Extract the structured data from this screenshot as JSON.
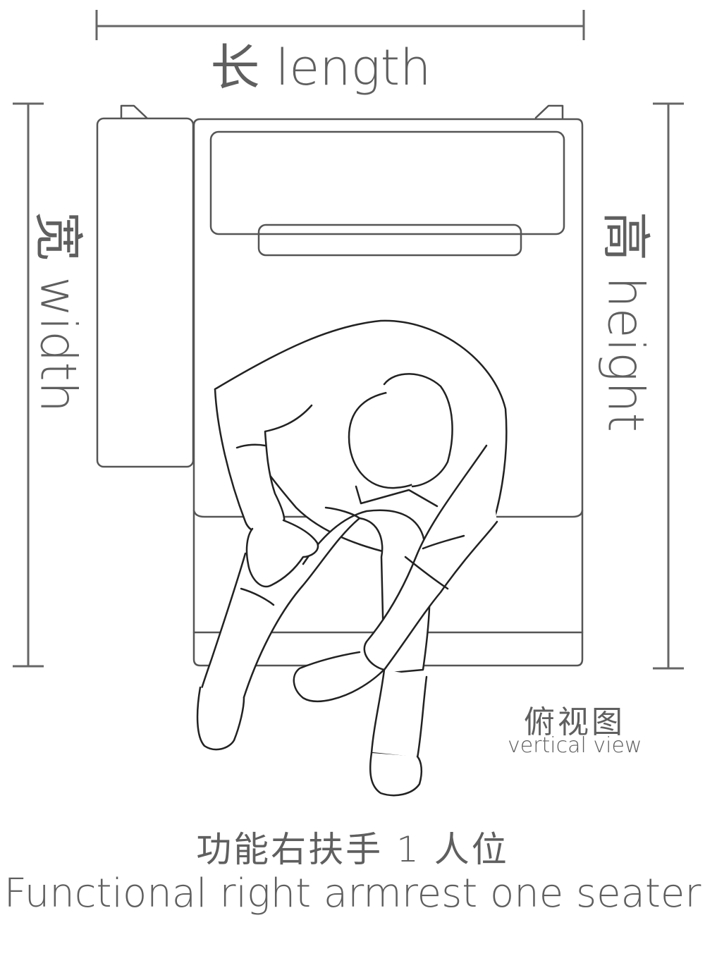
{
  "dimensions": {
    "length_label": "长 length",
    "width_label": "宽 width",
    "height_label": "高 height"
  },
  "view": {
    "label_cn": "俯视图",
    "label_en": "vertical view"
  },
  "caption": {
    "title_cn": "功能右扶手 1 人位",
    "title_en": "Functional right armrest one seater"
  },
  "colors": {
    "line": "#555555",
    "dimension_line": "#666666",
    "text": "#5f5f5f"
  }
}
